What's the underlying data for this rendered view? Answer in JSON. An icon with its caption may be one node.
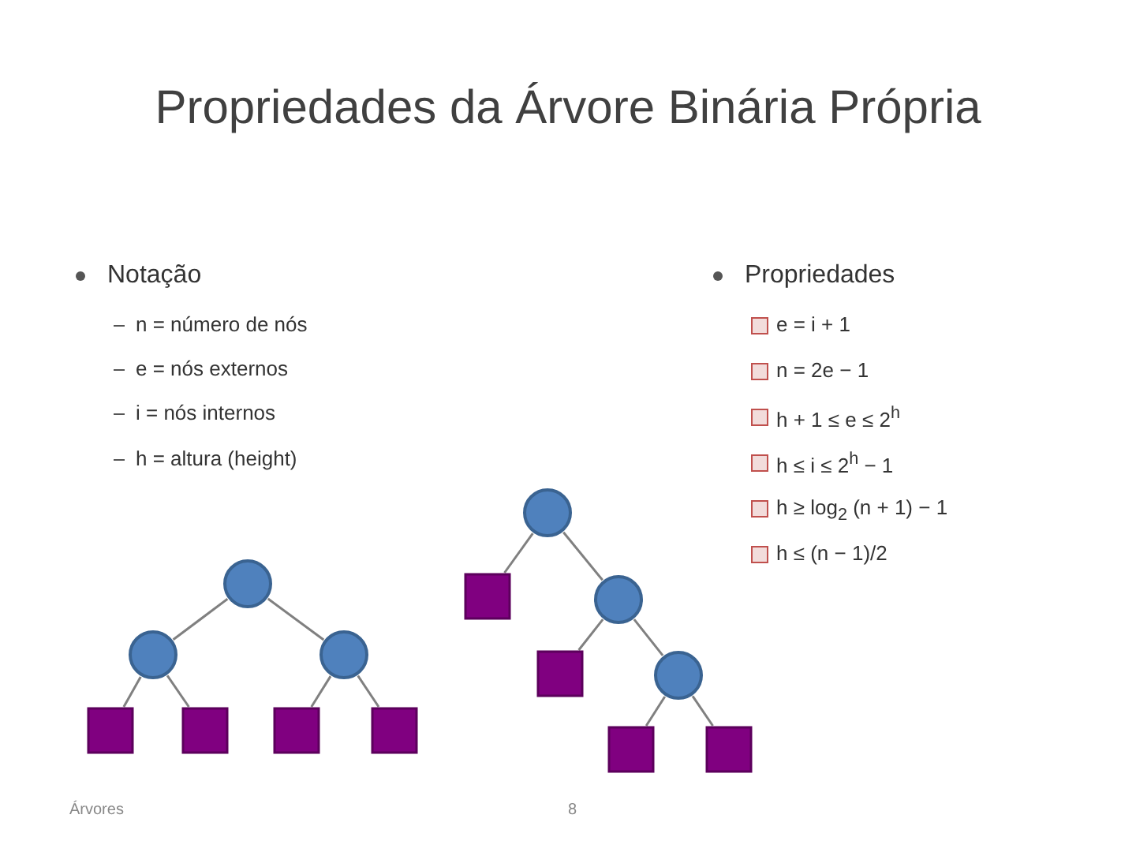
{
  "diagram": {
    "title": "Propriedades da Árvore Binária Própria",
    "nodes": [
      {
        "text": [],
        "shape": "circle"
      },
      {
        "text": [],
        "shape": "circle"
      },
      {
        "text": [],
        "shape": "circle"
      },
      {
        "text": [],
        "shape": "box"
      },
      {
        "text": [],
        "shape": "box"
      },
      {
        "text": [],
        "shape": "box"
      },
      {
        "text": [],
        "shape": "box"
      },
      {
        "text": [],
        "shape": "circle"
      },
      {
        "text": [],
        "shape": "box"
      },
      {
        "text": [],
        "shape": "circle"
      },
      {
        "text": [],
        "shape": "box"
      },
      {
        "text": [],
        "shape": "circle"
      },
      {
        "text": [],
        "shape": "box"
      },
      {
        "text": [],
        "shape": "box"
      }
    ],
    "edges": [
      {
        "from": 0,
        "to": 1,
        "arrow": "none"
      },
      {
        "from": 0,
        "to": 2,
        "arrow": "none"
      },
      {
        "from": 1,
        "to": 3,
        "arrow": "none"
      },
      {
        "from": 1,
        "to": 4,
        "arrow": "none"
      },
      {
        "from": 2,
        "to": 5,
        "arrow": "none"
      },
      {
        "from": 2,
        "to": 6,
        "arrow": "none"
      },
      {
        "from": 7,
        "to": 8,
        "arrow": "none"
      },
      {
        "from": 7,
        "to": 9,
        "arrow": "none"
      },
      {
        "from": 9,
        "to": 10,
        "arrow": "none"
      },
      {
        "from": 9,
        "to": 11,
        "arrow": "none"
      },
      {
        "from": 11,
        "to": 12,
        "arrow": "none"
      },
      {
        "from": 11,
        "to": 13,
        "arrow": "none"
      }
    ],
    "labels": [
      "Notação",
      "n = número de nós",
      "e = nós externos",
      "i = nós internos",
      "h = altura (height)",
      "Propriedades",
      "e = i + 1",
      "n = 2e − 1",
      "h + 1 ≤ e ≤ 2$^{h}$",
      "h ≤ i ≤ 2$^{h}$ − 1",
      "h ≥ log$_{2}$ (n + 1) − 1",
      "h ≤ (n − 1)/2",
      "Árvores",
      "8"
    ]
  }
}
